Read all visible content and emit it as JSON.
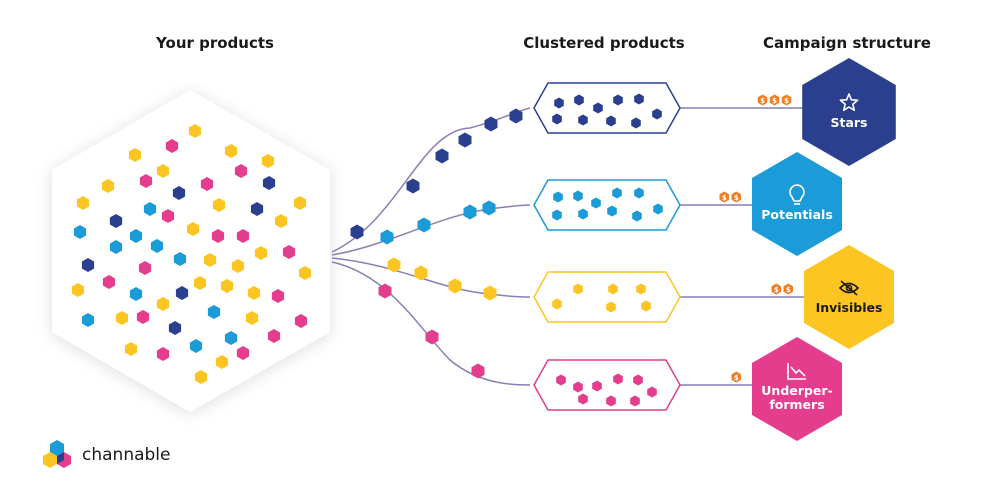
{
  "headings": {
    "products": "Your products",
    "clustered": "Clustered products",
    "campaign": "Campaign structure"
  },
  "colors": {
    "stars": "#2b3f8f",
    "potentials": "#1b9bd7",
    "invisibles": "#fcc521",
    "underperformers": "#e43d8e",
    "connector": "#8a7fb5",
    "badge": "#f07f23"
  },
  "clusters": [
    {
      "key": "stars",
      "label": "Stars",
      "icon": "star-icon",
      "cost_badges": 3
    },
    {
      "key": "potentials",
      "label": "Potentials",
      "icon": "lightbulb-icon",
      "cost_badges": 2
    },
    {
      "key": "invisibles",
      "label": "Invisibles",
      "icon": "eye-off-icon",
      "cost_badges": 2
    },
    {
      "key": "underperformers",
      "label": "Underper-\nformers",
      "icon": "trend-down-icon",
      "cost_badges": 1
    }
  ],
  "badge_symbol": "$",
  "brand": {
    "name": "channable",
    "logo": "channable-logo"
  }
}
